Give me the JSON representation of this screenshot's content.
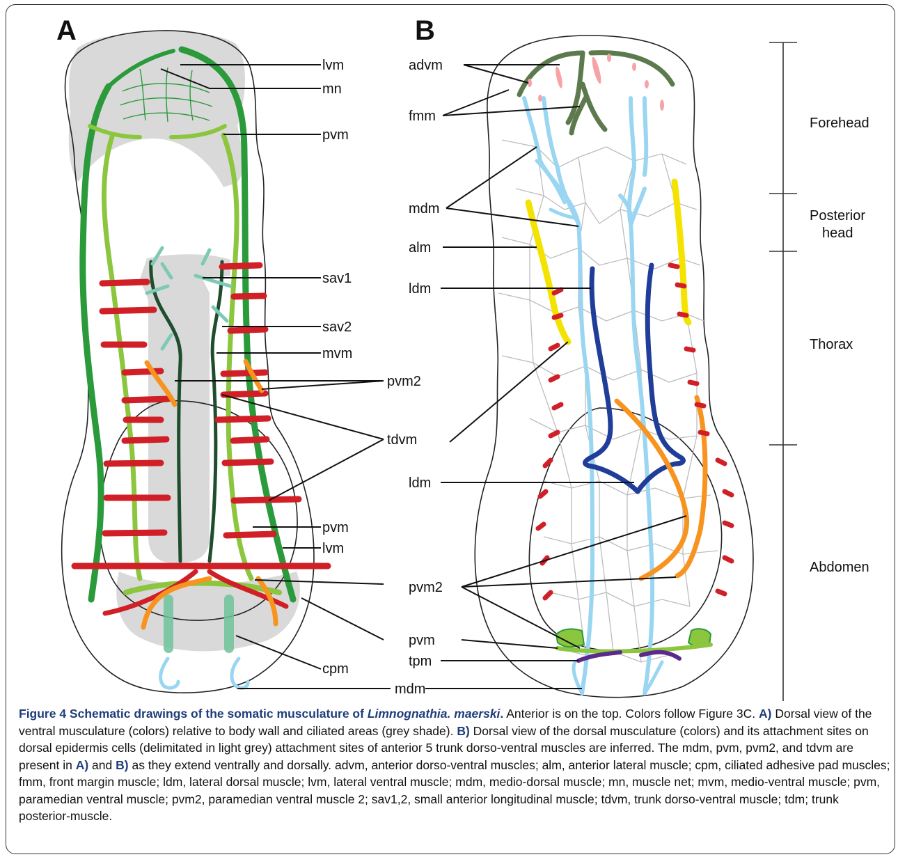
{
  "panels": {
    "a": "A",
    "b": "B"
  },
  "labels_a": {
    "lvm_top": "lvm",
    "mn": "mn",
    "pvm_top": "pvm",
    "sav1": "sav1",
    "sav2": "sav2",
    "mvm": "mvm",
    "pvm2": "pvm2",
    "tdvm": "tdvm",
    "pvm_bottom": "pvm",
    "lvm_bottom": "lvm",
    "cpm": "cpm"
  },
  "labels_b": {
    "advm": "advm",
    "fmm": "fmm",
    "mdm_top": "mdm",
    "alm": "alm",
    "ldm_top": "ldm",
    "ldm_bottom": "ldm"
  },
  "labels_shared": {
    "pvm2": "pvm2",
    "pvm": "pvm",
    "tpm": "tpm",
    "mdm": "mdm"
  },
  "regions": {
    "forehead": "Forehead",
    "posterior_head_1": "Posterior",
    "posterior_head_2": "head",
    "thorax": "Thorax",
    "abdomen": "Abdomen"
  },
  "colors": {
    "lvm_green": "#2a9a3a",
    "pvm_light_green": "#8cc63f",
    "mvm_dark_green": "#1f4d2e",
    "sav_teal": "#7ec9b5",
    "tdvm_red": "#d01f26",
    "pvm2_orange": "#f7931e",
    "mdm_light_blue": "#9ad6f2",
    "ldm_dark_blue": "#1f3d99",
    "fmm_olive": "#5c7a4e",
    "alm_yellow": "#f4e300",
    "advm_pink": "#f6a3a8",
    "tpm_purple": "#5b2a8c",
    "ciliated_grey": "#d9d9d9"
  },
  "caption": {
    "title": "Figure 4 Schematic drawings of the somatic musculature of ",
    "species": "Limnognathia. maerski",
    "title_end": ".",
    "s1": " Anterior is on the top. Colors follow Figure 3C. ",
    "a1": "A)",
    "s2": " Dorsal view of the ventral musculature (colors) relative to body wall and ciliated areas (grey shade). ",
    "b1": "B)",
    "s3": " Dorsal view of the dorsal musculature (colors) and its attachment sites on dorsal epidermis cells (delimitated in light grey) attachment sites of anterior 5 trunk dorso-ventral muscles are inferred. The mdm, pvm, pvm2, and tdvm are present in ",
    "a2": "A)",
    "s4": " and ",
    "b2": "B)",
    "s5": " as they extend ventrally and dorsally. advm, anterior dorso-ventral muscles; alm, anterior lateral muscle; cpm, ciliated adhesive pad muscles; fmm, front margin muscle; ldm, lateral dorsal muscle; lvm, lateral ventral muscle; mdm, medio-dorsal muscle; mn, muscle net; mvm, medio-ventral muscle; pvm, paramedian ventral muscle; pvm2, paramedian ventral muscle 2; sav1,2, small anterior longitudinal muscle; tdvm, trunk dorso-ventral muscle; tdm; trunk posterior-muscle."
  }
}
